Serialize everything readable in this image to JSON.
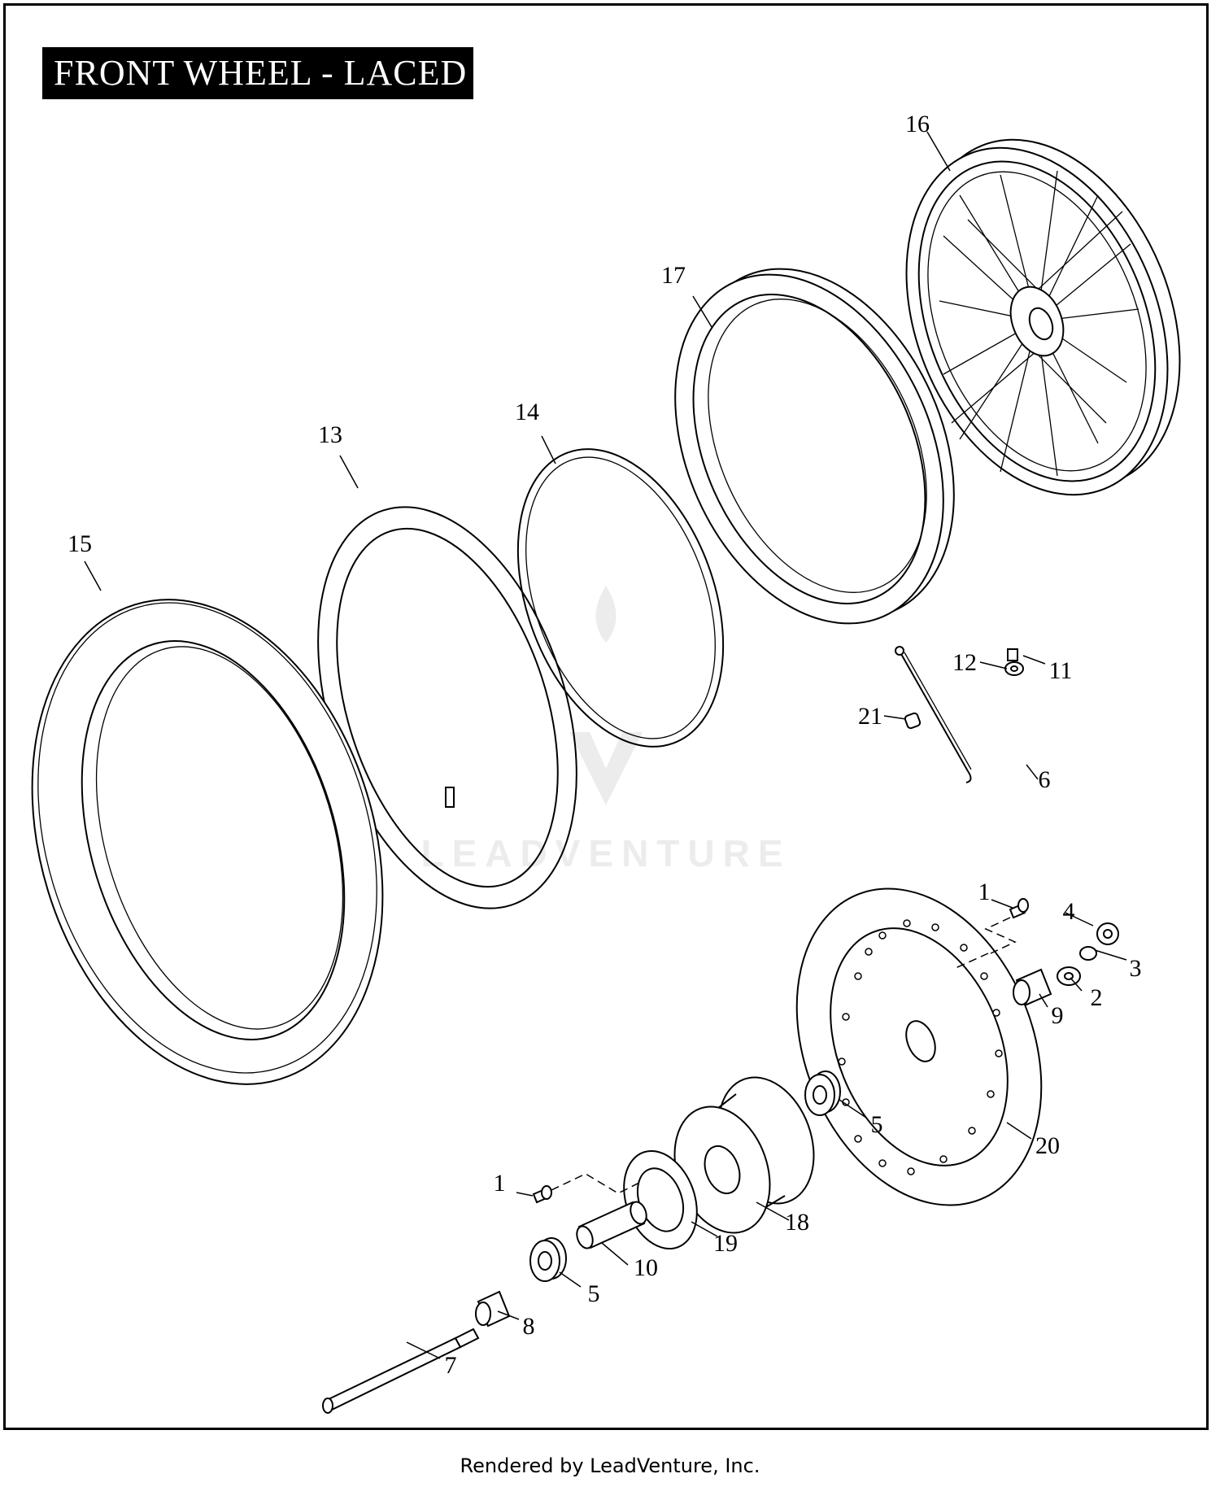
{
  "title": "FRONT WHEEL - LACED",
  "watermark": "LEADVENTURE",
  "footer": "Rendered by LeadVenture, Inc.",
  "callouts": {
    "c1a": "1",
    "c1b": "1",
    "c2": "2",
    "c3": "3",
    "c4": "4",
    "c5a": "5",
    "c5b": "5",
    "c6": "6",
    "c7": "7",
    "c8": "8",
    "c9": "9",
    "c10": "10",
    "c11": "11",
    "c12": "12",
    "c13": "13",
    "c14": "14",
    "c15": "15",
    "c16": "16",
    "c17": "17",
    "c18": "18",
    "c19": "19",
    "c20": "20",
    "c21": "21"
  }
}
